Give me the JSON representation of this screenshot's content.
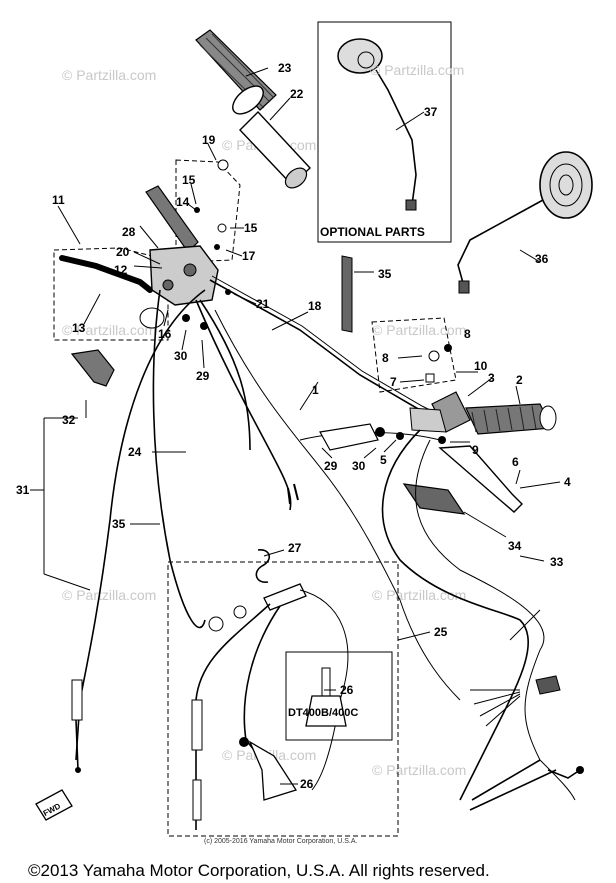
{
  "parts": {
    "p1": "1",
    "p2": "2",
    "p3": "3",
    "p4": "4",
    "p5": "5",
    "p6": "6",
    "p7": "7",
    "p8a": "8",
    "p8b": "8",
    "p9": "9",
    "p10": "10",
    "p11": "11",
    "p12": "12",
    "p13": "13",
    "p14": "14",
    "p15a": "15",
    "p15b": "15",
    "p16": "16",
    "p17": "17",
    "p18": "18",
    "p19": "19",
    "p20": "20",
    "p21": "21",
    "p22": "22",
    "p23": "23",
    "p24": "24",
    "p25": "25",
    "p26a": "26",
    "p26b": "26",
    "p27": "27",
    "p28": "28",
    "p29a": "29",
    "p29b": "29",
    "p30a": "30",
    "p30b": "30",
    "p31": "31",
    "p32": "32",
    "p33": "33",
    "p34": "34",
    "p35a": "35",
    "p35b": "35",
    "p36": "36",
    "p37": "37"
  },
  "optional_label": "OPTIONAL PARTS",
  "model_label": "DT400B/400C",
  "fwd_label": "FWD",
  "watermark": "© Partzilla.com",
  "small_copyright": "(c) 2005-2016 Yamaha Motor Corporation, U.S.A.",
  "copyright": "©2013 Yamaha Motor Corporation, U.S.A. All rights reserved."
}
